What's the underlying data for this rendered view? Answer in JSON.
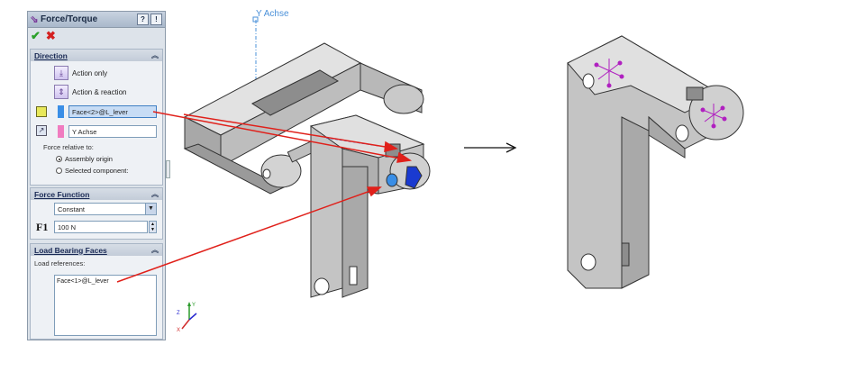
{
  "panel": {
    "title": "Force/Torque",
    "ok_icon": "check-icon",
    "cancel_icon": "x-icon",
    "direction": {
      "header": "Direction",
      "action_only": "Action only",
      "action_reaction": "Action & reaction",
      "face_field": "Face<2>@L_lever",
      "direction_field": "Y Achse",
      "force_relative": "Force relative to:",
      "radio_assembly": "Assembly origin",
      "radio_selected": "Selected component:"
    },
    "force_function": {
      "header": "Force Function",
      "type": "Constant",
      "f_label": "F1",
      "value": "100 N"
    },
    "load_faces": {
      "header": "Load Bearing Faces",
      "label": "Load references:",
      "item": "Face<1>@L_lever"
    }
  },
  "viewport": {
    "axis_label": "Y Achse",
    "triad": {
      "x": "X",
      "y": "Y",
      "z": "Z"
    },
    "arrow_symbol": "→"
  },
  "colors": {
    "callout": "#e0201a",
    "axis": "#4a90d9",
    "force_marker": "#b020c0",
    "part_fill": "#c9c9c9",
    "part_edge": "#333333"
  }
}
